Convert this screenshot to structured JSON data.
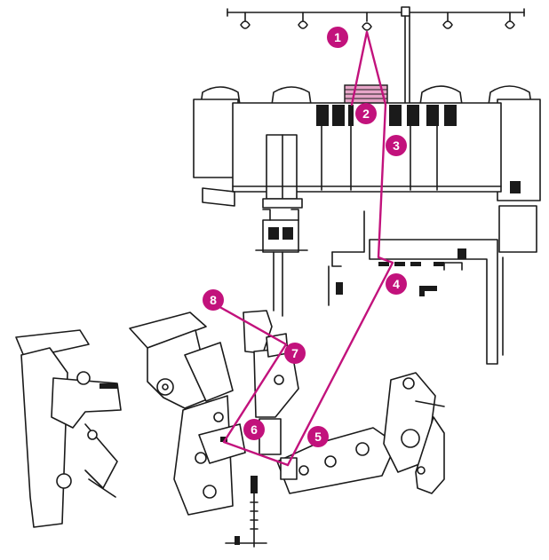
{
  "colors": {
    "thread": "#c2127c",
    "marker_fill": "#c2127c",
    "marker_text": "#ffffff",
    "line_art": "#1a1a1a",
    "spool_stripes": "#e7a6c8"
  },
  "steps": [
    {
      "id": "1",
      "label": "1"
    },
    {
      "id": "2",
      "label": "2"
    },
    {
      "id": "3",
      "label": "3"
    },
    {
      "id": "4",
      "label": "4"
    },
    {
      "id": "5",
      "label": "5"
    },
    {
      "id": "6",
      "label": "6"
    },
    {
      "id": "7",
      "label": "7"
    },
    {
      "id": "8",
      "label": "8"
    }
  ]
}
